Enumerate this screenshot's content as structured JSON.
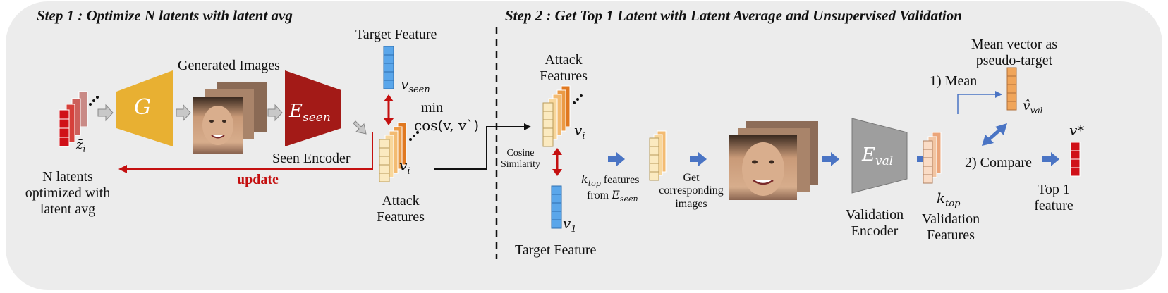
{
  "step1": {
    "title": "Step 1 : Optimize N latents with latent avg",
    "latent_symbol": "z̄",
    "latent_sub": "i",
    "generator": "G",
    "generated_images": "Generated Images",
    "encoder_symbol": "E",
    "encoder_sub": "seen",
    "encoder_label": "Seen Encoder",
    "target_feature": "Target Feature",
    "v_seen_main": "v",
    "v_seen_sub": "seen",
    "min_label": "min",
    "cos_label": "cos(v, v`)",
    "v_i_main": "v",
    "v_i_sub": "i",
    "attack_features": [
      "Attack",
      "Features"
    ],
    "update": "update",
    "n_latents": [
      "N latents",
      "optimized with",
      "latent avg"
    ]
  },
  "step2": {
    "title": "Step 2 : Get Top 1 Latent with Latent Average and Unsupervised Validation",
    "attack_features": [
      "Attack",
      "Features"
    ],
    "v_i_main": "v",
    "v_i_sub": "i",
    "cosine": [
      "Cosine",
      "Similarity"
    ],
    "v1_main": "v",
    "v1_sub": "1",
    "target_feature": "Target Feature",
    "ktop_main": "k",
    "ktop_sub": "top",
    "ktop_features_rest": " features",
    "from_label": "from ",
    "from_E": "E",
    "from_E_sub": "seen",
    "get_images": [
      "Get",
      "corresponding",
      "images"
    ],
    "val_encoder_symbol": "E",
    "val_encoder_sub": "val",
    "val_encoder_label": [
      "Validation",
      "Encoder"
    ],
    "ktop2_main": "k",
    "ktop2_sub": "top",
    "validation_features": [
      "Validation",
      "Features"
    ],
    "mean_step": "1) Mean",
    "mean_vector": [
      "Mean vector as",
      "pseudo-target"
    ],
    "vhat_main": "v̂",
    "vhat_sub": "val",
    "compare_step": "2) Compare",
    "vstar": "v*",
    "top1": [
      "Top 1",
      "feature"
    ]
  },
  "colors": {
    "panel_bg": "#ececec",
    "generator": "#e8b032",
    "seen_encoder": "#a31a17",
    "val_encoder": "#9e9e9e",
    "target_blue": "#5aa6ea",
    "update_red": "#c41010",
    "arrow_blue": "#4a74c4",
    "latent_red": "#d01018"
  }
}
